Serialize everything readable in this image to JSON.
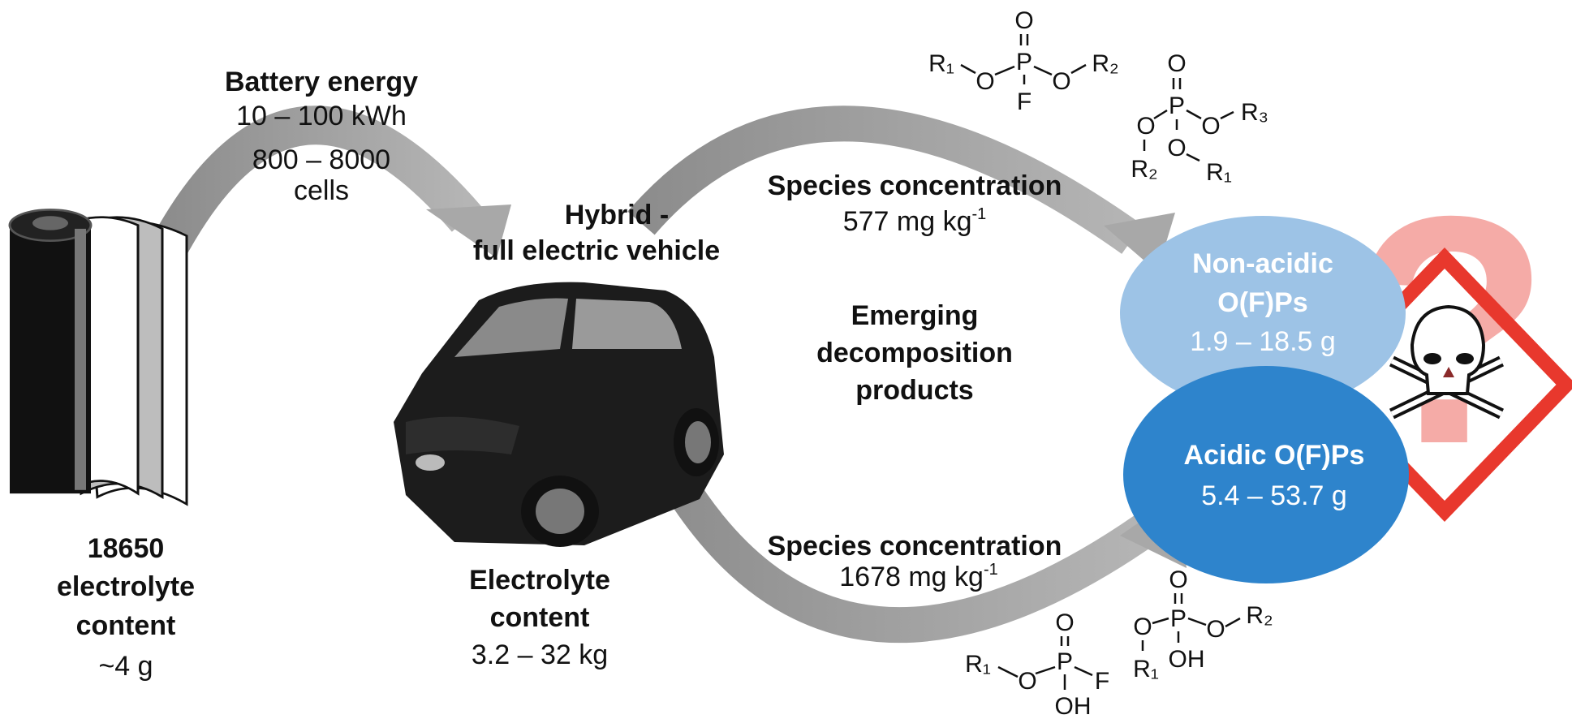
{
  "cell": {
    "l1": "18650",
    "l2": "electrolyte",
    "l3": "content",
    "amount": "~4 g"
  },
  "battery": {
    "title": "Battery energy",
    "range": "10  – 100 kWh",
    "cells_range": "800 – 8000",
    "cells_label": "cells"
  },
  "vehicle": {
    "l1": "Hybrid -",
    "l2": "full electric vehicle",
    "e1": "Electrolyte",
    "e2": "content",
    "amount": "3.2 – 32 kg"
  },
  "upper": {
    "title": "Species concentration",
    "value": "577 mg kg",
    "sup": "-1"
  },
  "middle": {
    "l1": "Emerging",
    "l2": "decomposition",
    "l3": "products"
  },
  "lower": {
    "title": "Species concentration",
    "value": "1678 mg kg",
    "sup": "-1"
  },
  "non_acidic": {
    "l1": "Non-acidic",
    "l2": "O(F)Ps",
    "range": "1.9 – 18.5 g",
    "color": "#9dc3e6"
  },
  "acidic": {
    "l1": "Acidic O(F)Ps",
    "range": "5.4 – 53.7 g",
    "color": "#2e84cc"
  },
  "hazard": {
    "symbol": "?",
    "color": "#e8382d"
  },
  "structures": {
    "s1": {
      "o": "O",
      "p": "P",
      "f": "F",
      "ol": "O",
      "or": "O",
      "r1": "R₁",
      "r2": "R₂"
    },
    "s2": {
      "o": "O",
      "p": "P",
      "ol": "O",
      "or": "O",
      "ob": "O",
      "r1": "R₁",
      "r2": "R₂",
      "r3": "R₃"
    },
    "s3": {
      "o": "O",
      "p": "P",
      "ol": "O",
      "f": "F",
      "oh": "OH",
      "r1": "R₁"
    },
    "s4": {
      "o": "O",
      "p": "P",
      "ol": "O",
      "or": "O",
      "oh": "OH",
      "r1": "R₁",
      "r2": "R₂"
    }
  }
}
